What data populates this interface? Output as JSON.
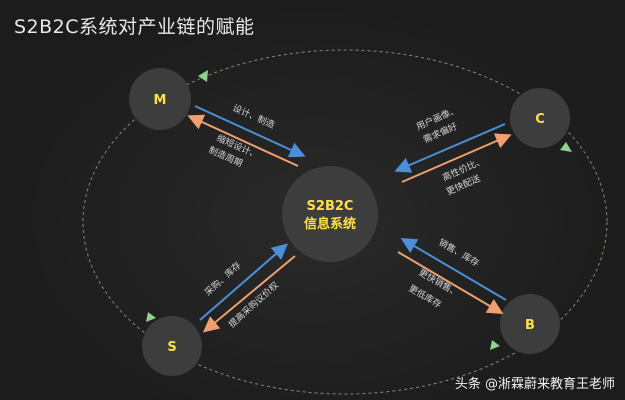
{
  "title": "S2B2C系统对产业链的赋能",
  "center": {
    "line1": "S2B2C",
    "line2": "信息系统"
  },
  "nodes": {
    "M": "M",
    "C": "C",
    "S": "S",
    "B": "B"
  },
  "flows": {
    "M": {
      "to_center": "设计、制造",
      "from_center_1": "缩短设计、",
      "from_center_2": "制造周期"
    },
    "C": {
      "to_center_1": "用户画像、",
      "to_center_2": "需求偏好",
      "from_center_1": "高性价比、",
      "from_center_2": "更快配送"
    },
    "S": {
      "to_center": "采购、库存",
      "from_center": "提高采购议价权"
    },
    "B": {
      "to_center": "销售、库存",
      "from_center_1": "更快销售、",
      "from_center_2": "更低库存"
    }
  },
  "watermark": "头条 @淅霖蔚来教育王老师",
  "colors": {
    "blue": "#4a8fd8",
    "orange": "#f0a070",
    "node": "#3d3d3d",
    "accent": "#fde047",
    "green": "#8fd18f"
  }
}
